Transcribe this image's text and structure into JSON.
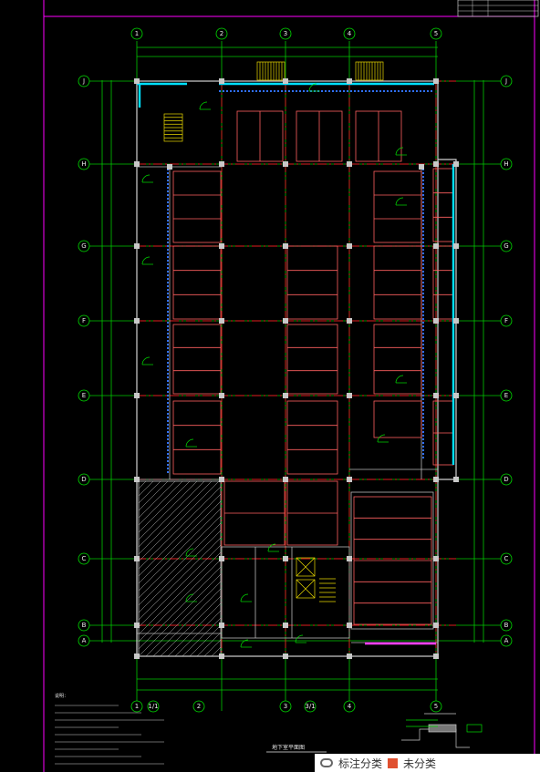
{
  "drawing": {
    "grid_top": [
      "1",
      "2",
      "3",
      "4",
      "5"
    ],
    "grid_bottom": [
      "1",
      "1/1",
      "2",
      "3",
      "3/1",
      "4",
      "5"
    ],
    "grid_left": [
      "J",
      "H",
      "G",
      "F",
      "E",
      "D",
      "C",
      "B",
      "A"
    ],
    "grid_right": [
      "J",
      "H",
      "G",
      "F",
      "E",
      "D",
      "C",
      "B",
      "A"
    ],
    "title_label": "地下室平面图",
    "notes_heading": "说明："
  },
  "watermark": {
    "logo_icon": "baidu-paw-icon",
    "text_1": "标注分类",
    "flag_icon": "red-square-icon",
    "text_2": "未分类"
  },
  "colors": {
    "background": "#000000",
    "grid_axis": "#e02020",
    "dimension": "#00c800",
    "frame": "#ff00ff",
    "window": "#00e0ff"
  }
}
